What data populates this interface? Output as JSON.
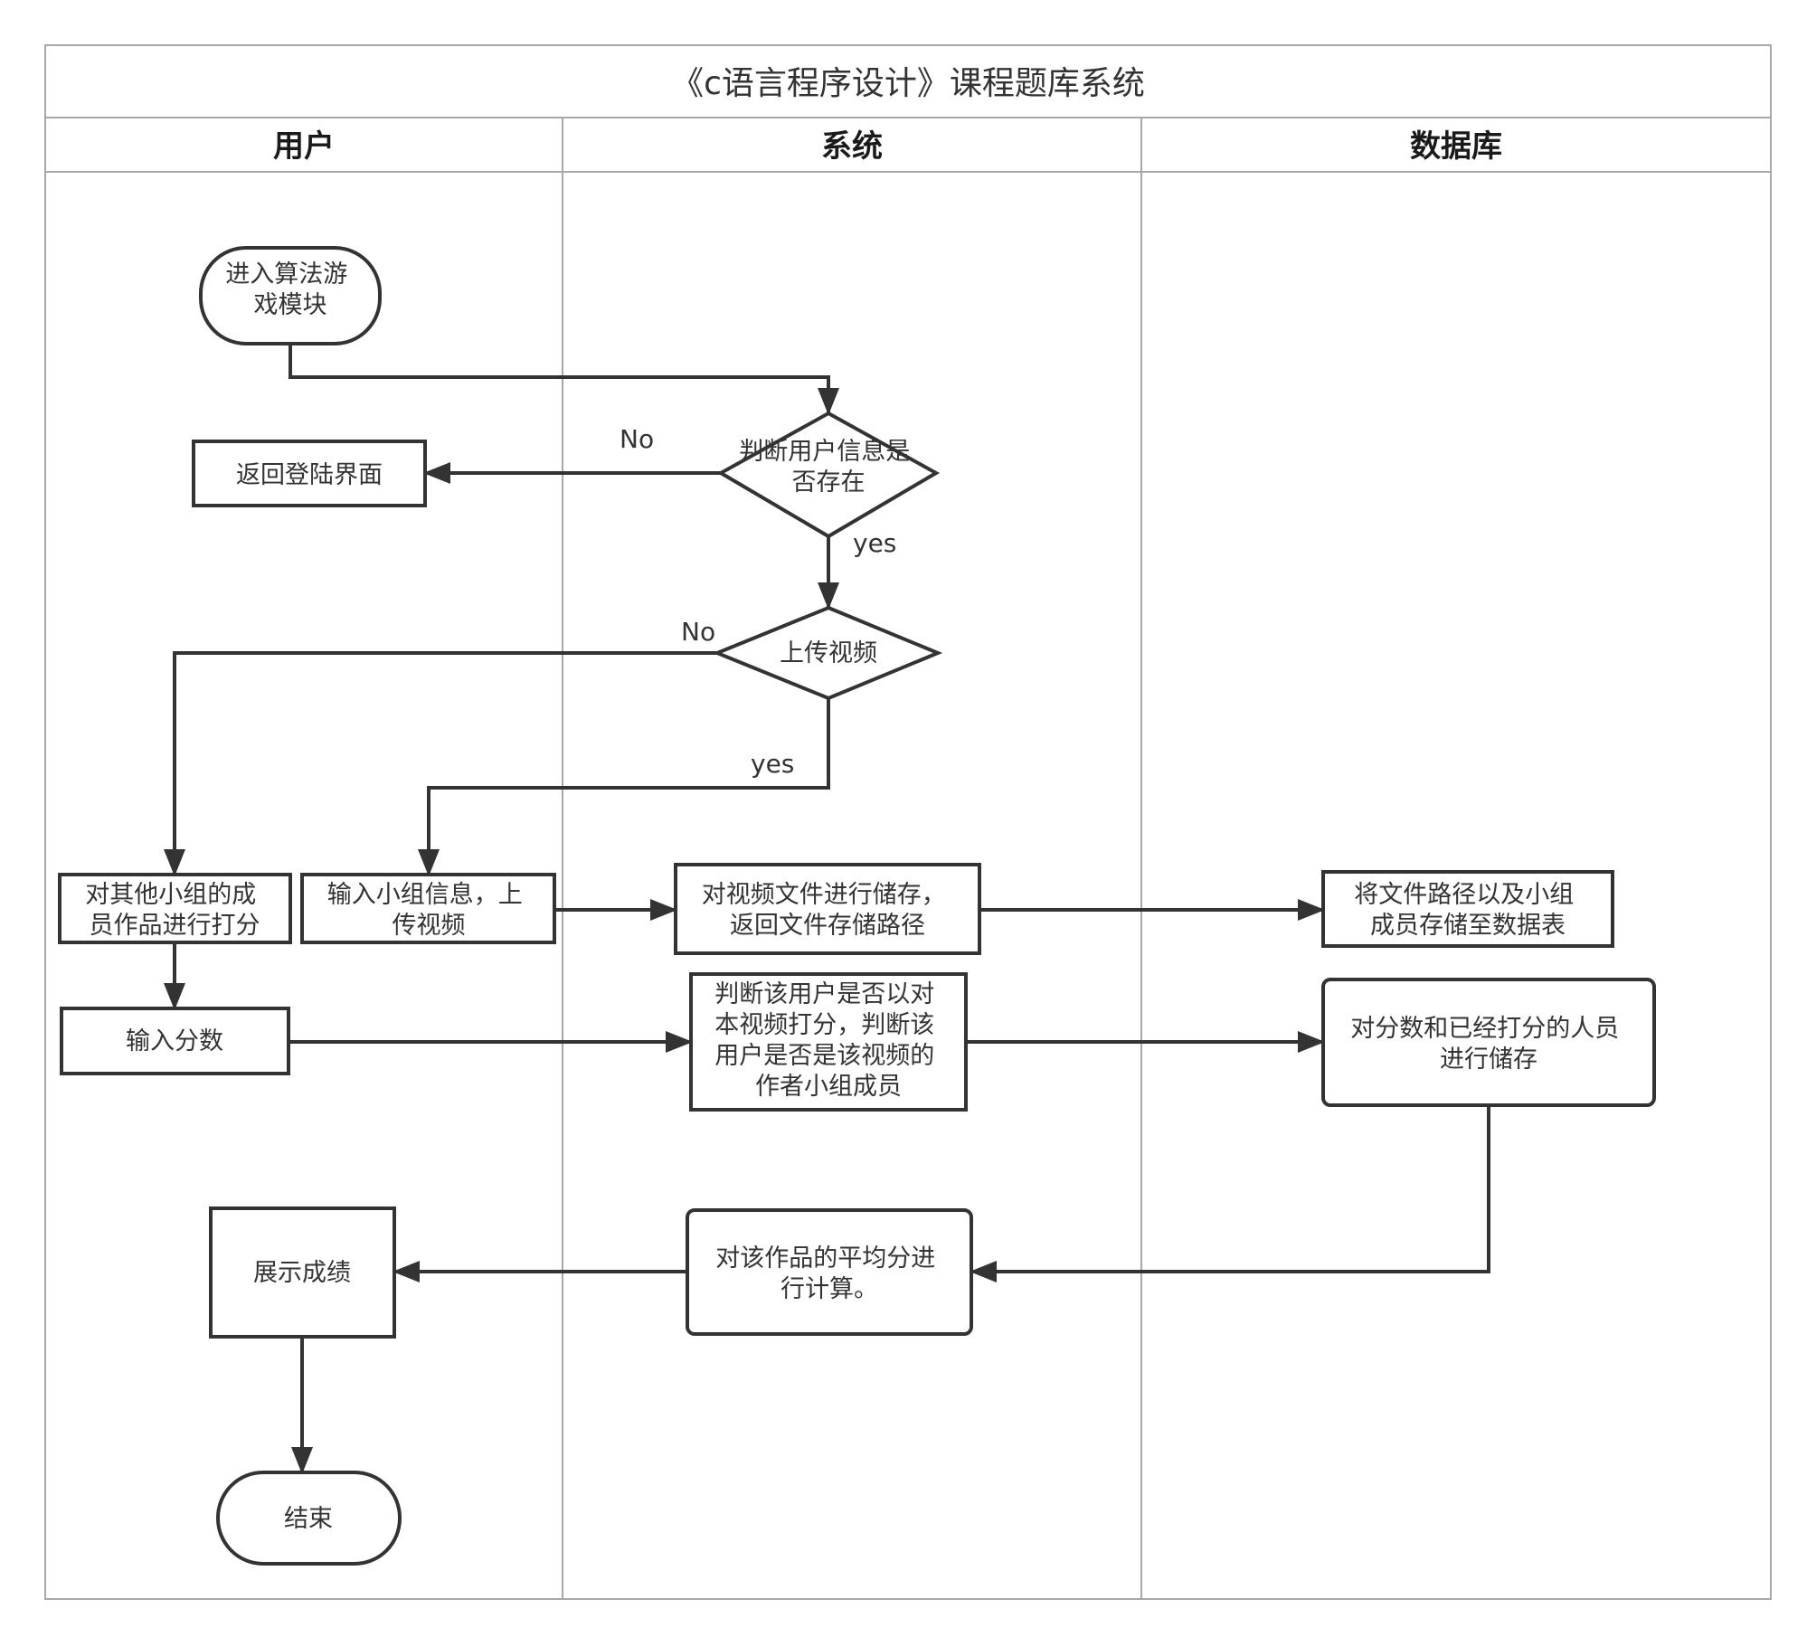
{
  "title": "《c语言程序设计》课程题库系统",
  "lanes": {
    "user": "用户",
    "system": "系统",
    "database": "数据库"
  },
  "nodes": {
    "enter_game": [
      "进入算法游",
      "戏模块"
    ],
    "check_user": [
      "判断用户信息是",
      "否存在"
    ],
    "back_login": [
      "返回登陆界面"
    ],
    "upload_video": [
      "上传视频"
    ],
    "score_others": [
      "对其他小组的成",
      "员作品进行打分"
    ],
    "input_group_info": [
      "输入小组信息，上",
      "传视频"
    ],
    "store_video": [
      "对视频文件进行储存，",
      "返回文件存储路径"
    ],
    "save_path": [
      "将文件路径以及小组",
      "成员存储至数据表"
    ],
    "input_score": [
      "输入分数"
    ],
    "check_scoring": [
      "判断该用户是否以对",
      "本视频打分，判断该",
      "用户是否是该视频的",
      "作者小组成员"
    ],
    "store_score": [
      "对分数和已经打分的人员",
      "进行储存"
    ],
    "calc_average": [
      "对该作品的平均分进",
      "行计算。"
    ],
    "show_result": [
      "展示成绩"
    ],
    "end": [
      "结束"
    ]
  },
  "edge_labels": {
    "check_no": "No",
    "check_yes": "yes",
    "upload_no": "No",
    "upload_yes": "yes"
  }
}
